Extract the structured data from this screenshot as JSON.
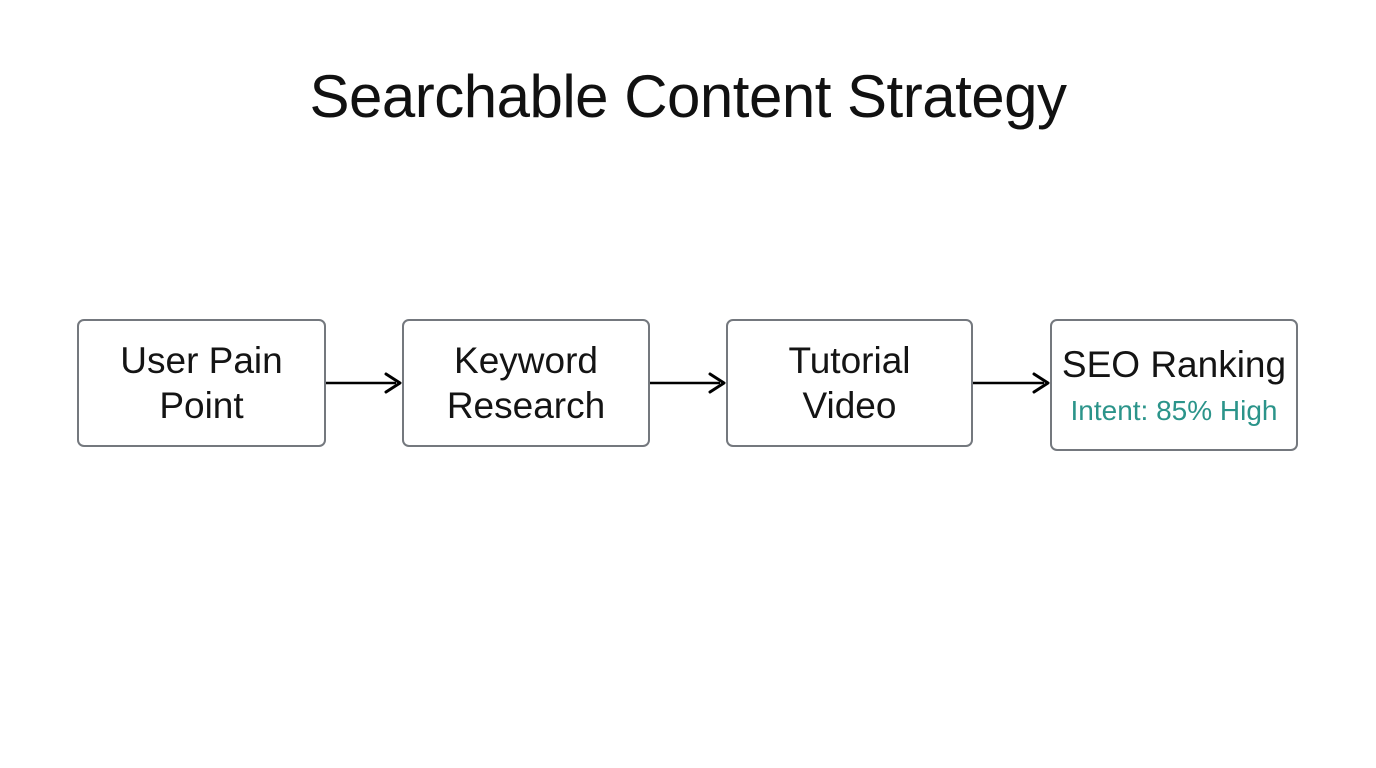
{
  "page": {
    "title": "Searchable Content Strategy",
    "background_color": "#ffffff"
  },
  "flowchart": {
    "nodes": [
      {
        "id": "node-user-pain-point",
        "label": "User Pain\nPoint"
      },
      {
        "id": "node-keyword-research",
        "label": "Keyword\nResearch"
      },
      {
        "id": "node-tutorial-video",
        "label": "Tutorial\nVideo"
      },
      {
        "id": "node-seo-ranking",
        "label": "SEO Ranking",
        "sublabel": "Intent: 85% High"
      }
    ],
    "edges": [
      {
        "from": "node-user-pain-point",
        "to": "node-keyword-research"
      },
      {
        "from": "node-keyword-research",
        "to": "node-tutorial-video"
      },
      {
        "from": "node-tutorial-video",
        "to": "node-seo-ranking"
      }
    ],
    "colors": {
      "node_border": "#74787e",
      "node_fill": "#ffffff",
      "label_text": "#141414",
      "sublabel_accent": "#2b948a",
      "arrow": "#000000",
      "title_text": "#111111"
    }
  }
}
